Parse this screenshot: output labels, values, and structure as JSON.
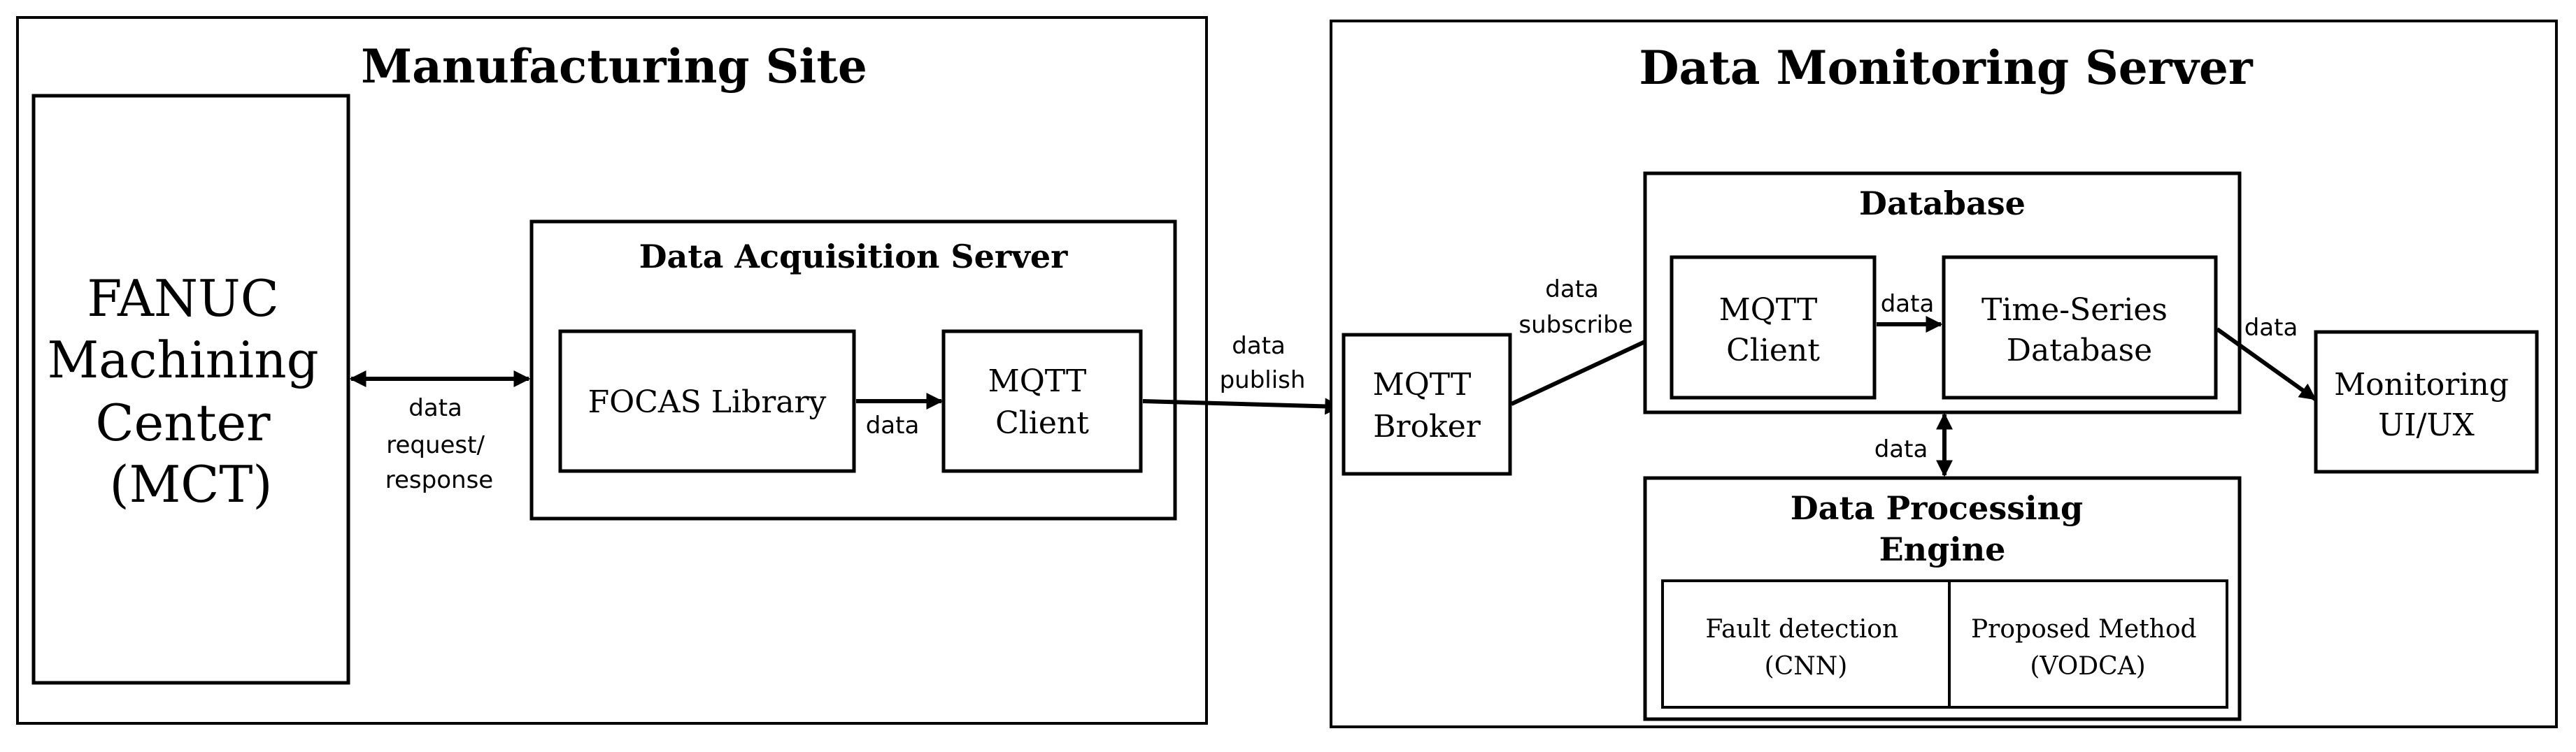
{
  "manufacturing_site": {
    "title": "Manufacturing Site",
    "fanuc": [
      "FANUC",
      "Machining",
      "Center",
      "(MCT)"
    ],
    "acquisition_server": {
      "title": "Data Acquisition Server",
      "focas": "FOCAS Library",
      "mqtt_client": [
        "MQTT",
        "Client"
      ]
    }
  },
  "monitoring_server": {
    "title": "Data Monitoring Server",
    "mqtt_broker": [
      "MQTT",
      "Broker"
    ],
    "database": {
      "title": "Database",
      "mqtt_client": [
        "MQTT",
        "Client"
      ],
      "timeseries": [
        "Time-Series",
        "Database"
      ]
    },
    "processing_engine": {
      "title": [
        "Data Processing",
        "Engine"
      ],
      "fault_detection": [
        "Fault detection",
        "(CNN)"
      ],
      "proposed_method": [
        "Proposed Method",
        "(VODCA)"
      ]
    },
    "monitoring_ui": [
      "Monitoring",
      "UI/UX"
    ]
  },
  "edges": {
    "request_response": [
      "data",
      "request/",
      "response"
    ],
    "focas_to_mqtt": "data",
    "publish": [
      "data",
      "publish"
    ],
    "subscribe": [
      "data",
      "subscribe"
    ],
    "client_to_db": "data",
    "db_to_ui": "data",
    "db_to_engine": "data"
  }
}
